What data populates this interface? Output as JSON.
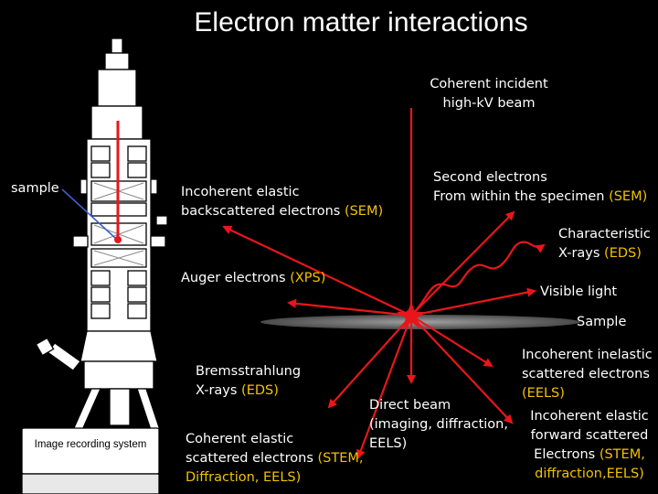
{
  "title": "Electron matter interactions",
  "microscope": {
    "sample_label": "sample",
    "camera_label": "Image recording system"
  },
  "labels": {
    "incident": [
      "Coherent incident",
      "high-kV beam"
    ],
    "secondary": [
      "Second electrons",
      "From within the specimen ",
      "(SEM)"
    ],
    "backscattered": [
      "Incoherent elastic",
      "backscattered electrons ",
      "(SEM)"
    ],
    "xray": [
      "Characteristic",
      "X-rays ",
      "(EDS)"
    ],
    "auger": [
      "Auger electrons ",
      "(XPS)"
    ],
    "visible": "Visible light",
    "sample": "Sample",
    "inelastic": [
      "Incoherent inelastic",
      "scattered electrons",
      "(EELS)"
    ],
    "bremss": [
      "Bremsstrahlung",
      "X-rays ",
      "(EDS)"
    ],
    "direct": [
      "Direct beam",
      "(imaging, diffraction,",
      "EELS)"
    ],
    "forward": [
      "Incoherent elastic",
      "forward scattered",
      "Electrons ",
      "(STEM,",
      "diffraction,EELS)"
    ],
    "coherent_elastic": [
      "Coherent elastic",
      "scattered electrons ",
      "(STEM,",
      "Diffraction, EELS)"
    ]
  },
  "colors": {
    "beam": "#e8161b",
    "highlight": "#f2c200",
    "pointer": "#3a5fcd",
    "sample_plate": "#8c8c8c"
  }
}
